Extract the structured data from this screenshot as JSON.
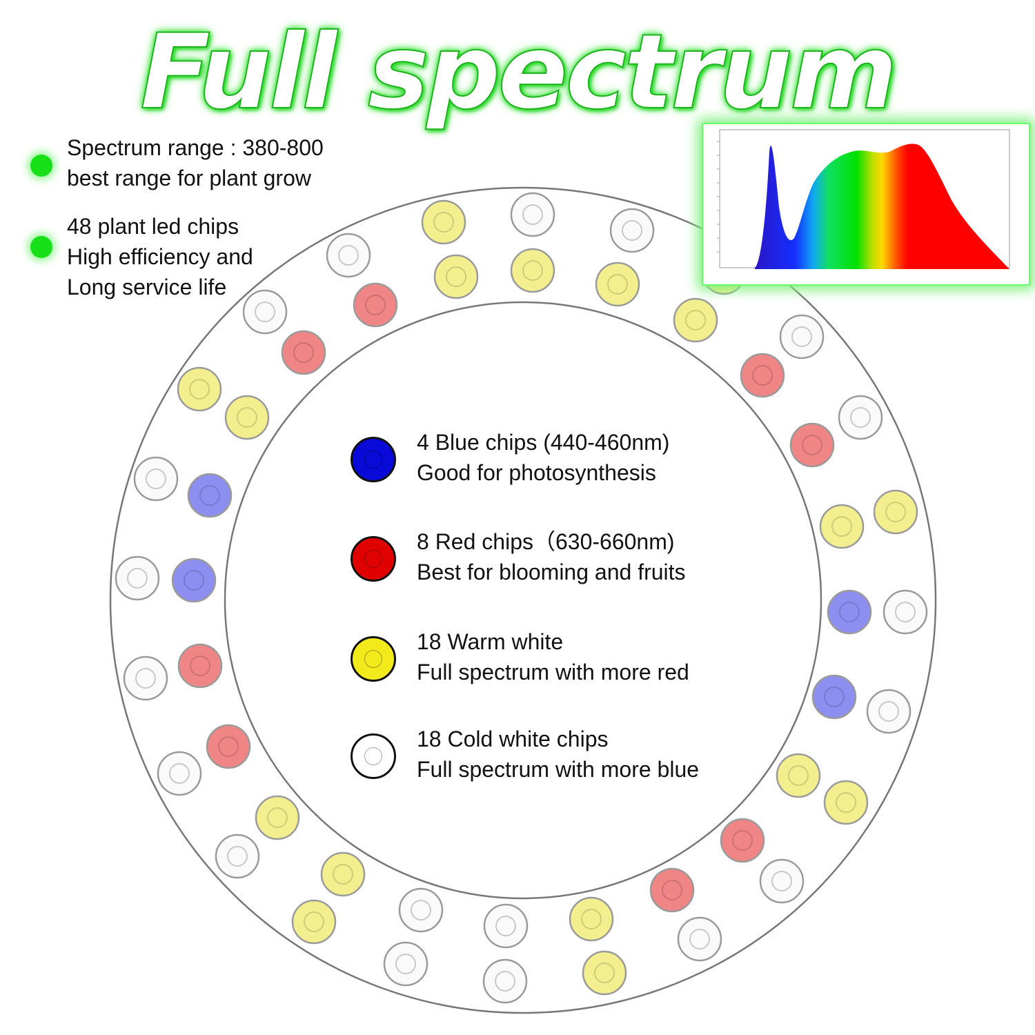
{
  "title": "Full spectrum",
  "features": [
    {
      "line1": "Spectrum range : 380-800",
      "line2": "best range for plant grow"
    },
    {
      "line1": "48 plant led chips",
      "line2": "High efficiency and",
      "line3": "Long service life"
    }
  ],
  "legend": [
    {
      "icon": "blue-chip-icon",
      "color": "#0a0ad8",
      "line1": "4 Blue chips (440-460nm)",
      "line2": "Good for photosynthesis"
    },
    {
      "icon": "red-chip-icon",
      "color": "#e00000",
      "line1": "8 Red chips（630-660nm)",
      "line2": "Best for blooming and fruits"
    },
    {
      "icon": "warm-white-chip-icon",
      "color": "#f2ea1a",
      "line1": "18 Warm white",
      "line2": "Full spectrum with more red"
    },
    {
      "icon": "cold-white-chip-icon",
      "color": "#ffffff",
      "line1": "18 Cold white chips",
      "line2": "Full spectrum with more blue"
    }
  ],
  "chip_colors": {
    "blue": "#8c8ff0",
    "red": "#f08585",
    "warm": "#f3ef8f",
    "cold": "#fafafa"
  }
}
